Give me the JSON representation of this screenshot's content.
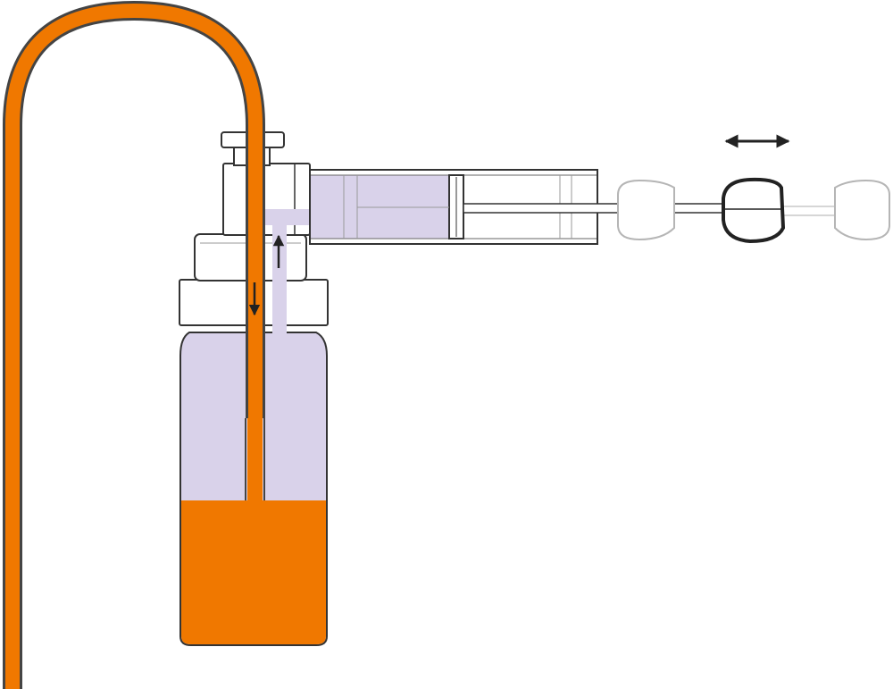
{
  "colors": {
    "tube_orange": "#F07800",
    "liquid_orange": "#F07800",
    "gas_lavender": "#D9D2EA",
    "outline": "#333333",
    "ghost_outline": "#B5B5B5",
    "arrow": "#222222",
    "background": "#FFFFFF"
  },
  "components": {
    "sampling_tube": "orange-sample-tube",
    "bottle": "sample-bottle",
    "syringe": "syringe-pump",
    "plunger_handle": "plunger-handle"
  },
  "arrows": {
    "motion": "double-arrow-horizontal",
    "flow_in": "arrow-down",
    "flow_out": "arrow-up"
  },
  "state": {
    "liquid_fill_fraction": 0.45
  }
}
